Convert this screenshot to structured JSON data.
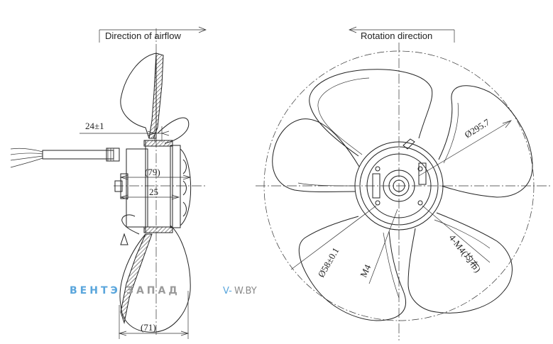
{
  "labels": {
    "airflow": "Direction of airflow",
    "rotation": "Rotation direction"
  },
  "dimensions": {
    "offset": "24±1",
    "depth_79": "(79)",
    "hub_25": "25",
    "depth_71": "(71)",
    "diameter_295": "Ø295.7",
    "diameter_58": "Ø58±0.1",
    "thread_m4": "M4",
    "holes": "4-M4(均布)"
  },
  "watermark": {
    "brand_a": "ВЕНТЭ",
    "brand_b": "ЗАПАД",
    "site_a": "V-",
    "site_b": "W.BY"
  },
  "colors": {
    "line": "#222222",
    "watermark_blue": "#5aa6dc",
    "watermark_gray": "#9a9a9a"
  },
  "icons": {
    "airflow_arrow": "arrow-right-icon",
    "rotation_arrow": "arrow-left-icon"
  }
}
